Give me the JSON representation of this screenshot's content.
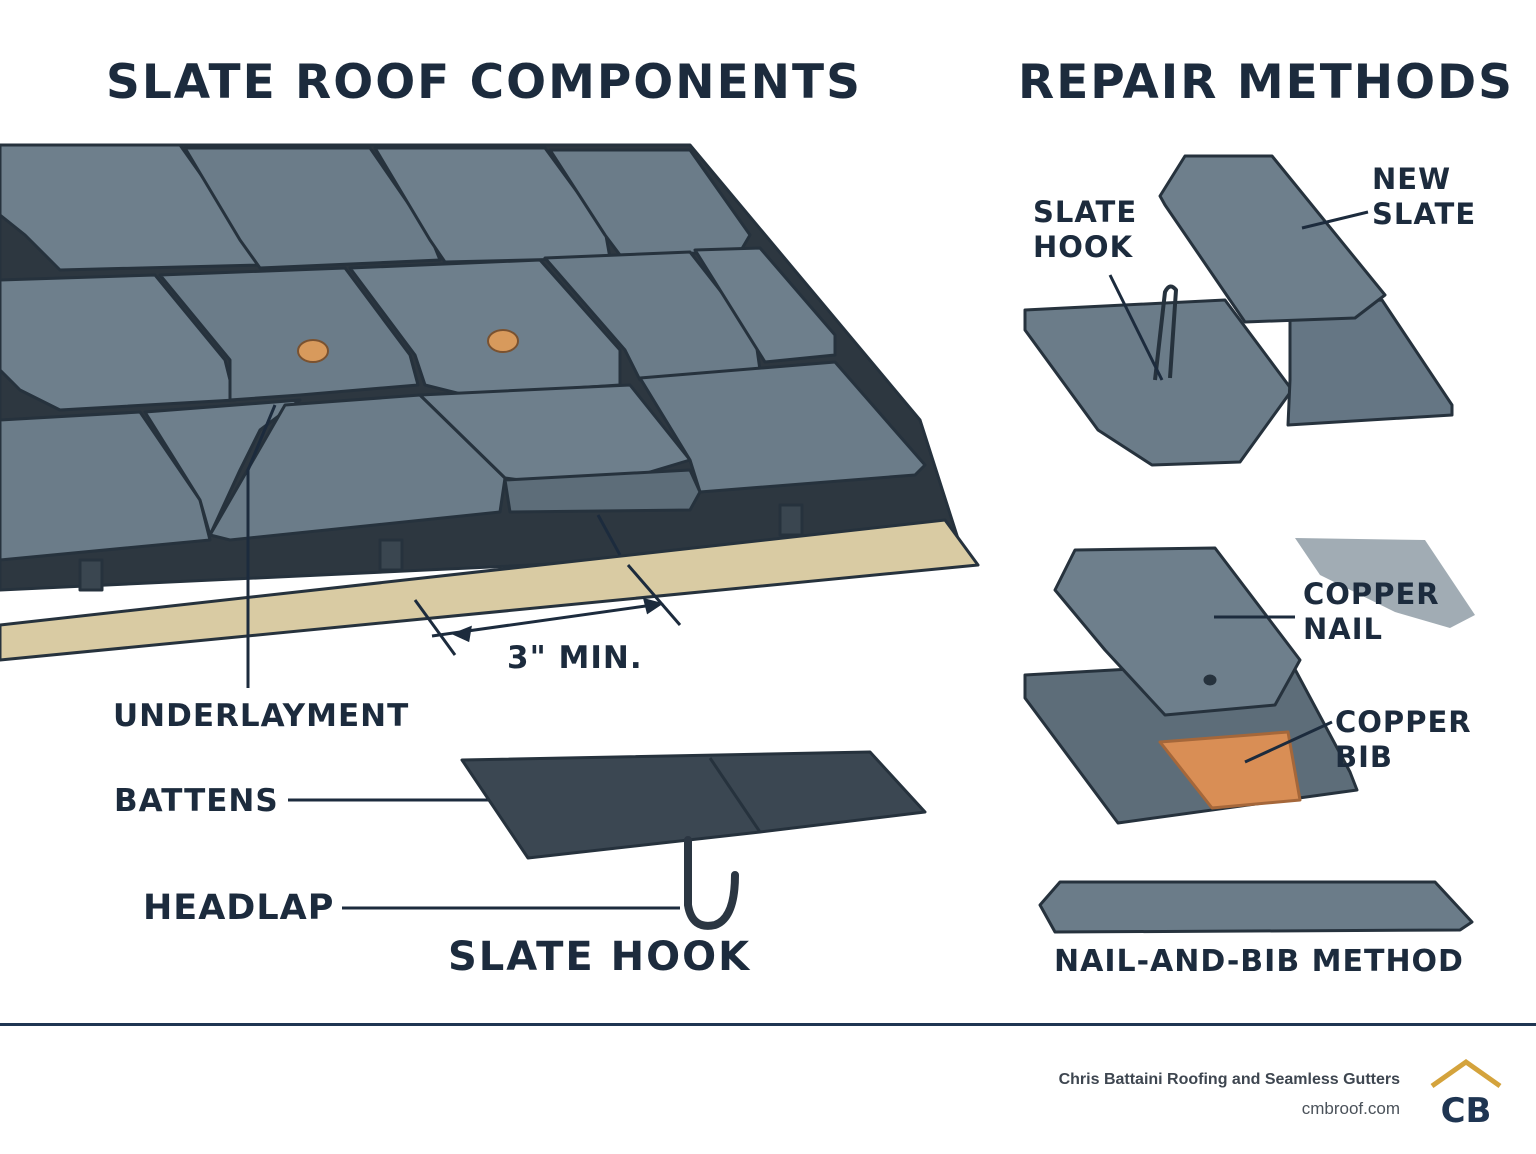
{
  "titles": {
    "left": "SLATE ROOF COMPONENTS",
    "right": "REPAIR METHODS"
  },
  "left_labels": {
    "measure": "3\" MIN.",
    "underlayment": "UNDERLAYMENT",
    "battens": "BATTENS",
    "headlap": "HEADLAP",
    "slate_hook": "SLATE HOOK"
  },
  "right_labels": {
    "slate_hook_lines": [
      "SLATE",
      "HOOK"
    ],
    "new_slate_lines": [
      "NEW",
      "SLATE"
    ],
    "copper_nail_lines": [
      "COPPER",
      "NAIL"
    ],
    "copper_bib_lines": [
      "COPPER",
      "BIB"
    ],
    "method": "NAIL-AND-BIB METHOD"
  },
  "footer": {
    "company": "Chris Battaini Roofing and Seamless Gutters",
    "url": "cmbroof.com",
    "logo_text": "CB"
  },
  "colors": {
    "slate": "#6e7f8c",
    "slate_dark": "#3b4752",
    "outline": "#26323d",
    "eave_board": "#d9cba3",
    "copper": "#d98e55",
    "nail_head": "#d89a5c",
    "navy": "#1f3552",
    "logo_gold": "#d4a33c"
  }
}
